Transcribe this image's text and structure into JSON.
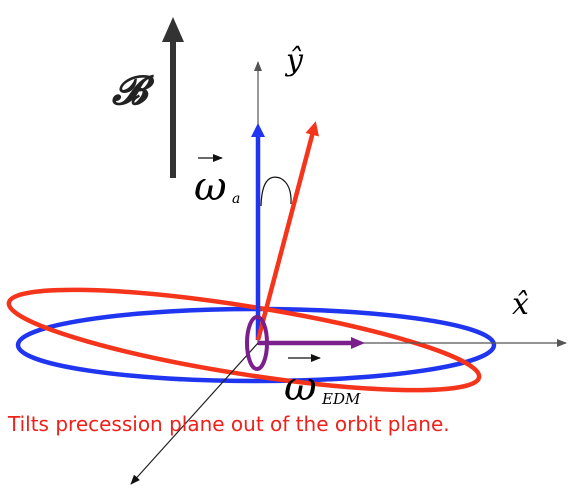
{
  "labels": {
    "y_axis": "ŷ",
    "x_axis": "x̂",
    "field": "𝓑",
    "omega_a_main": "ω",
    "omega_a_sub": "a",
    "omega_edm_main": "ω",
    "omega_edm_sub": "EDM"
  },
  "caption": "Tilts precession plane out of the orbit plane.",
  "colors": {
    "blue": "#1f35f0",
    "red": "#f5341c",
    "purple": "#7a1f8c",
    "dark": "#333333",
    "caption": "#f0201a",
    "axis": "#555555"
  }
}
